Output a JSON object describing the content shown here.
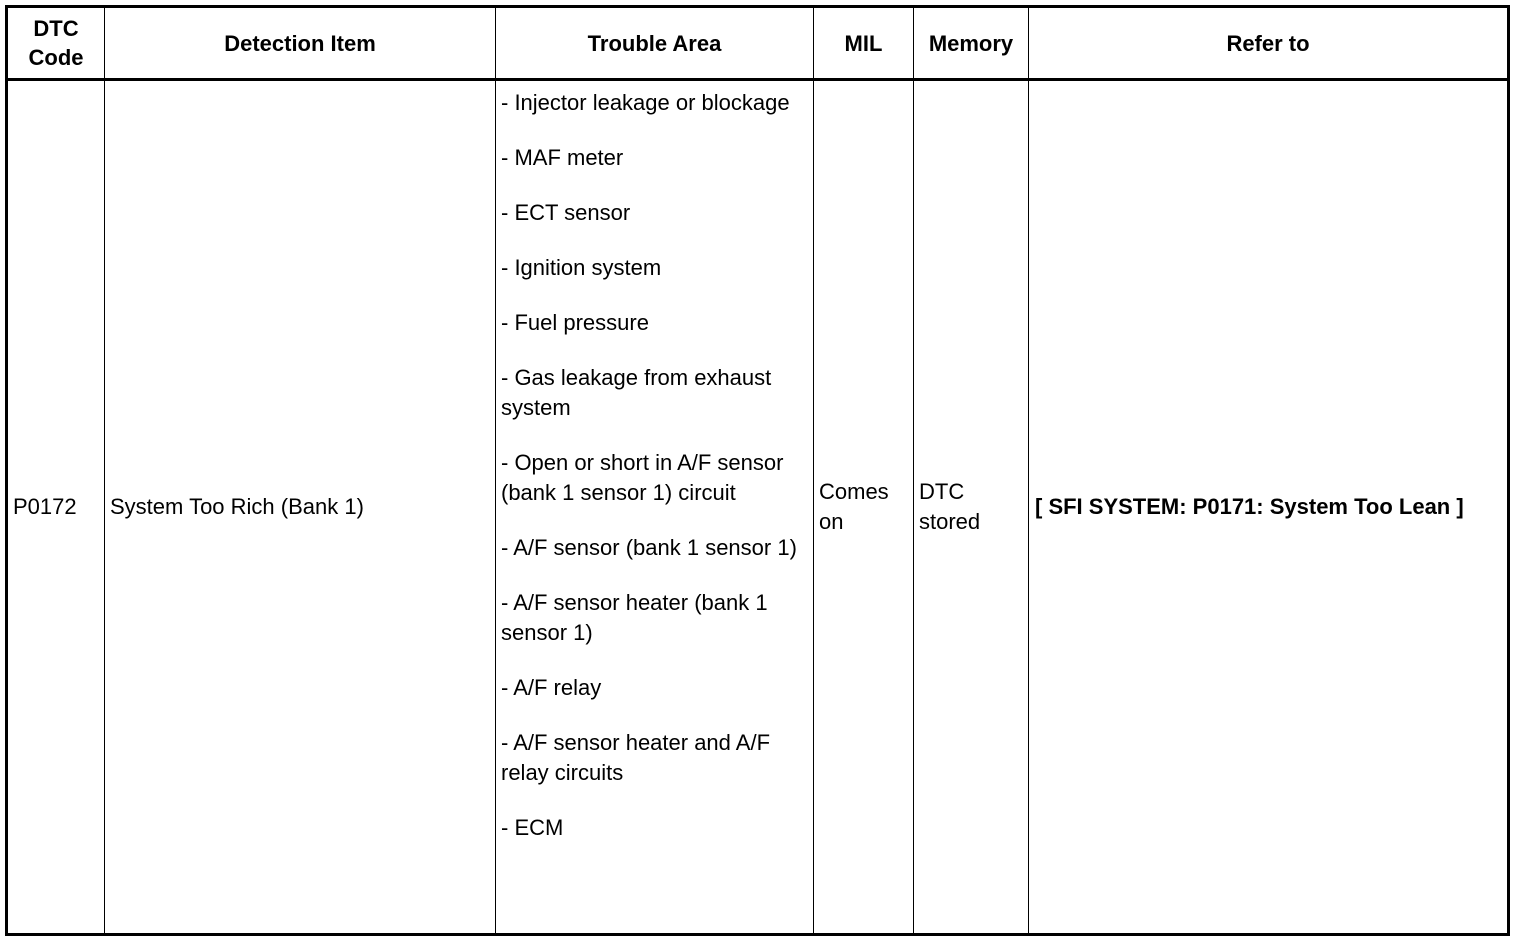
{
  "headers": {
    "code": "DTC Code",
    "detection_item": "Detection Item",
    "trouble_area": "Trouble Area",
    "mil": "MIL",
    "memory": "Memory",
    "refer_to": "Refer to"
  },
  "rows": [
    {
      "code": "P0172",
      "detection_item": "System Too Rich (Bank 1)",
      "trouble_area": [
        "- Injector leakage or blockage",
        "- MAF meter",
        "- ECT sensor",
        "- Ignition system",
        "- Fuel pressure",
        "- Gas leakage from exhaust system",
        "- Open or short in A/F sensor (bank 1 sensor 1) circuit",
        "- A/F sensor (bank 1 sensor 1)",
        "- A/F sensor heater (bank 1 sensor 1)",
        "- A/F relay",
        "- A/F sensor heater and A/F relay circuits",
        "- ECM"
      ],
      "mil": "Comes on",
      "memory": "DTC stored",
      "refer_to": "[ SFI SYSTEM: P0171: System Too Lean ]"
    }
  ]
}
